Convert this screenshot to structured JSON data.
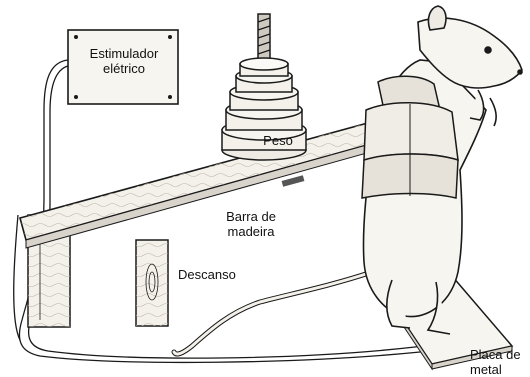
{
  "labels": {
    "stimulator_line1": "Estimulador",
    "stimulator_line2": "elétrico",
    "weight": "Peso",
    "bar_line1": "Barra de",
    "bar_line2": "madeira",
    "rest": "Descanso",
    "plate_line1": "Placa de",
    "plate_line2": "metal"
  },
  "colors": {
    "ink": "#1a1a1a",
    "wood": "#f4f1ea",
    "shade": "#d8d4cc",
    "background": "#ffffff"
  }
}
